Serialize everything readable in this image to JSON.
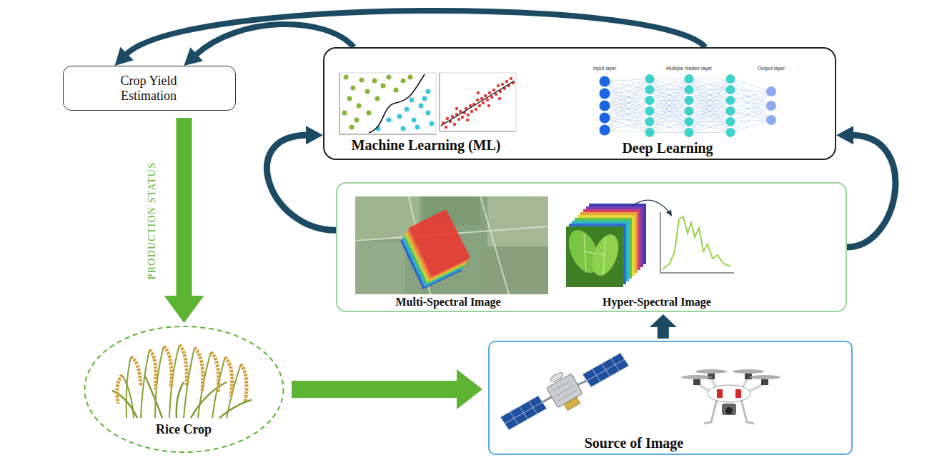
{
  "diagram": {
    "nodes": [
      {
        "text": [
          "Crop Yield Estimation"
        ]
      },
      {
        "text": [
          "Machine Learning (ML)",
          "Deep Learning"
        ]
      },
      {
        "text": [
          "Multi-Spectral Image",
          "Hyper-Spectral Image"
        ]
      },
      {
        "text": [
          "Rice Crop"
        ]
      },
      {
        "text": [
          "Source of Image"
        ]
      }
    ],
    "edges": [
      {
        "from": 0,
        "to": 3,
        "label": "PRODUCTION STATUS",
        "arrow": "to"
      },
      {
        "from": 3,
        "to": 4,
        "arrow": "to"
      },
      {
        "from": 4,
        "to": 2,
        "arrow": "to"
      },
      {
        "from": 2,
        "to": 1,
        "arrow": "to"
      },
      {
        "from": 2,
        "to": 1,
        "arrow": "to"
      },
      {
        "from": 1,
        "to": 0,
        "arrow": "to"
      },
      {
        "from": 1,
        "to": 0,
        "arrow": "to"
      }
    ],
    "labels": [
      "Input layer",
      "Multiple hidden layer",
      "Output layer"
    ]
  }
}
